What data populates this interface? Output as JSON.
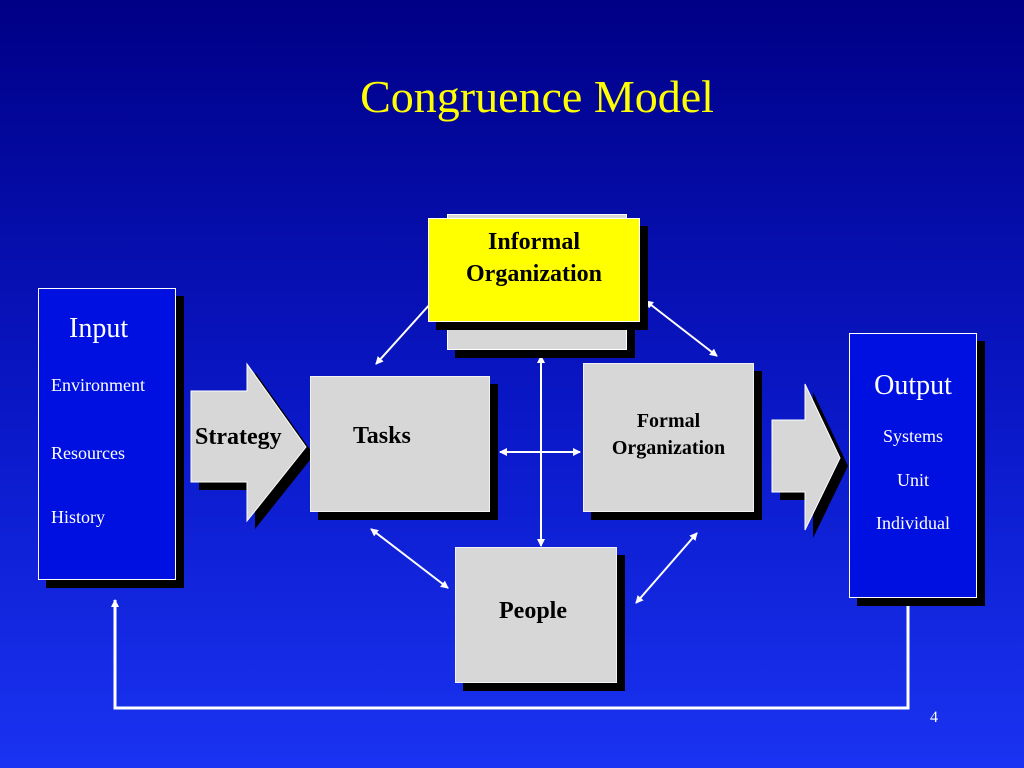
{
  "title": "Congruence Model",
  "input": {
    "heading": "Input",
    "items": [
      "Environment",
      "Resources",
      "History"
    ]
  },
  "strategy_label": "Strategy",
  "tasks_label": "Tasks",
  "informal_label": [
    "Informal",
    "Organization"
  ],
  "formal_label": [
    "Formal",
    "Organization"
  ],
  "people_label": "People",
  "output": {
    "heading": "Output",
    "items": [
      "Systems",
      "Unit",
      "Individual"
    ]
  },
  "page_number": "4",
  "colors": {
    "background_top": "#000086",
    "background_bottom": "#1a33f2",
    "title": "#ffff00",
    "highlight_box": "#ffff00",
    "component_box": "#d7d7d7",
    "input_output_box": "#0010e0"
  }
}
